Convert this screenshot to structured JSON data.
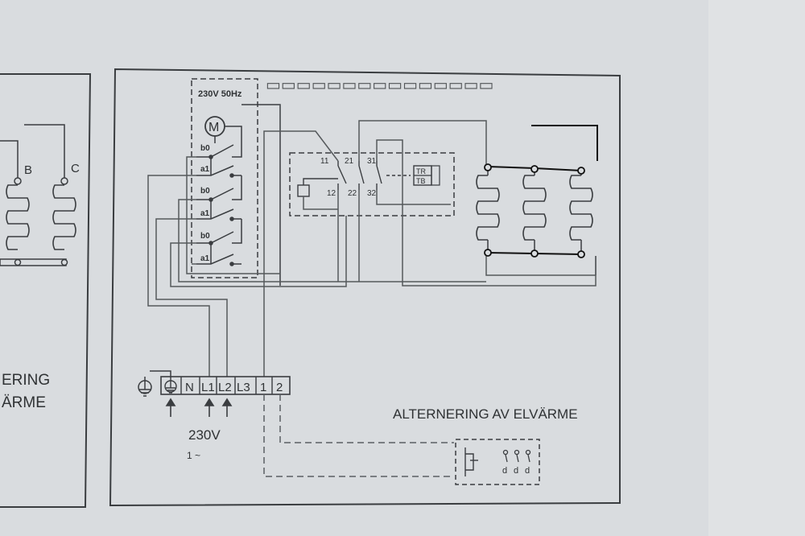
{
  "left_panel": {
    "coil_labels": [
      "B",
      "C"
    ],
    "caption_lines": [
      "ERING",
      "ÄRME"
    ]
  },
  "main_panel": {
    "motor_box": {
      "voltage_label": "230V 50Hz",
      "motor_symbol": "M",
      "switch_labels": [
        "b0",
        "a1",
        "b0",
        "a1",
        "b0",
        "a1"
      ]
    },
    "relay_box": {
      "terminals_top": [
        "11",
        "21",
        "31"
      ],
      "terminals_bottom": [
        "12",
        "22",
        "32"
      ],
      "indicator_labels": [
        "TR",
        "TB"
      ]
    },
    "terminal_block": {
      "labels": [
        "N",
        "L1",
        "L2",
        "L3",
        "1",
        "2"
      ]
    },
    "supply_voltage": "230V",
    "supply_phase": "1 ~",
    "title": "ALTERNERING AV ELVÄRME",
    "thermostat_box": {
      "contact_labels": [
        "d",
        "d",
        "d"
      ]
    }
  },
  "colors": {
    "page_background": "#d9dcdf",
    "line": "#3a3d40",
    "dashed": "#5b5f63",
    "hand_drawn": "#111111"
  },
  "icons": [
    "ground-icon",
    "protective-earth-icon",
    "motor-icon",
    "heating-coil-icon",
    "arrow-up-icon",
    "thermostat-icon"
  ]
}
